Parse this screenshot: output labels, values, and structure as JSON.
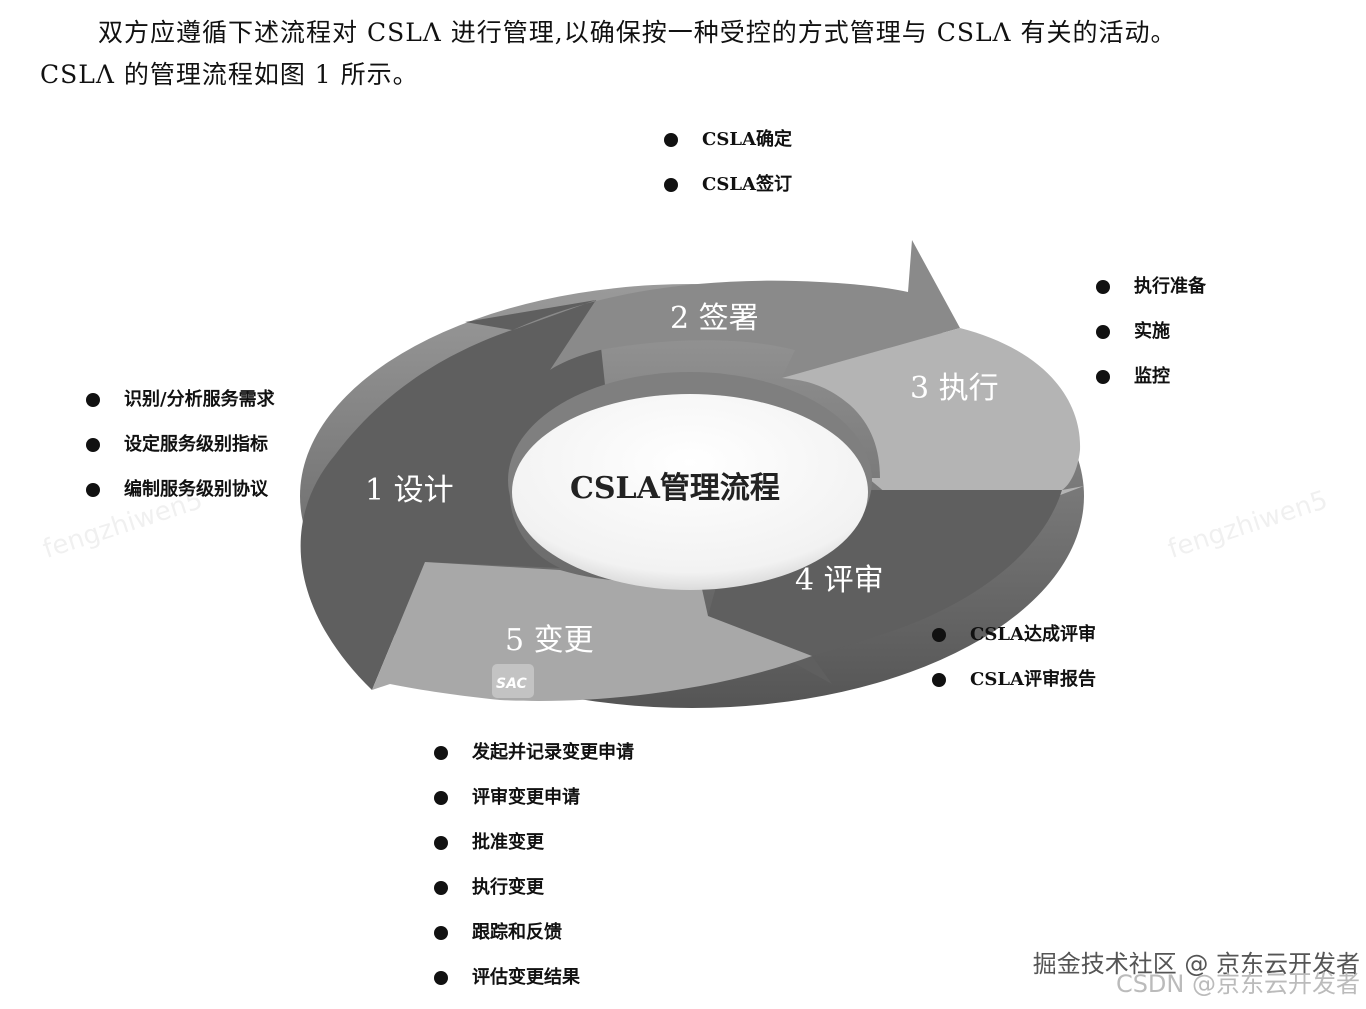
{
  "intro": {
    "line1": "双方应遵循下述流程对 CSLΛ 进行管理,以确保按一种受控的方式管理与 CSLΛ 有关的活动。",
    "line2": "CSLΛ 的管理流程如图 1 所示。"
  },
  "diagram": {
    "center_title": "CSLA管理流程",
    "steps": [
      {
        "label": "1 设计",
        "color": "#5f5f5f"
      },
      {
        "label": "2 签署",
        "color": "#8a8a8a"
      },
      {
        "label": "3 执行",
        "color": "#b4b4b4"
      },
      {
        "label": "4 评审",
        "color": "#5f5f5f"
      },
      {
        "label": "5 变更",
        "color": "#a8a8a8"
      }
    ],
    "badge": "SAC"
  },
  "lists": {
    "sign": [
      "CSLA确定",
      "CSLA签订"
    ],
    "execute": [
      "执行准备",
      "实施",
      "监控"
    ],
    "design": [
      "识别/分析服务需求",
      "设定服务级别指标",
      "编制服务级别协议"
    ],
    "review": [
      "CSLA达成评审",
      "CSLA评审报告"
    ],
    "change": [
      "发起并记录变更申请",
      "评审变更申请",
      "批准变更",
      "执行变更",
      "跟踪和反馈",
      "评估变更结果"
    ]
  },
  "watermarks": {
    "primary": "掘金技术社区 @ 京东云开发者",
    "secondary": "CSDN @京东云开发者",
    "faint": "fengzhiwen5"
  }
}
